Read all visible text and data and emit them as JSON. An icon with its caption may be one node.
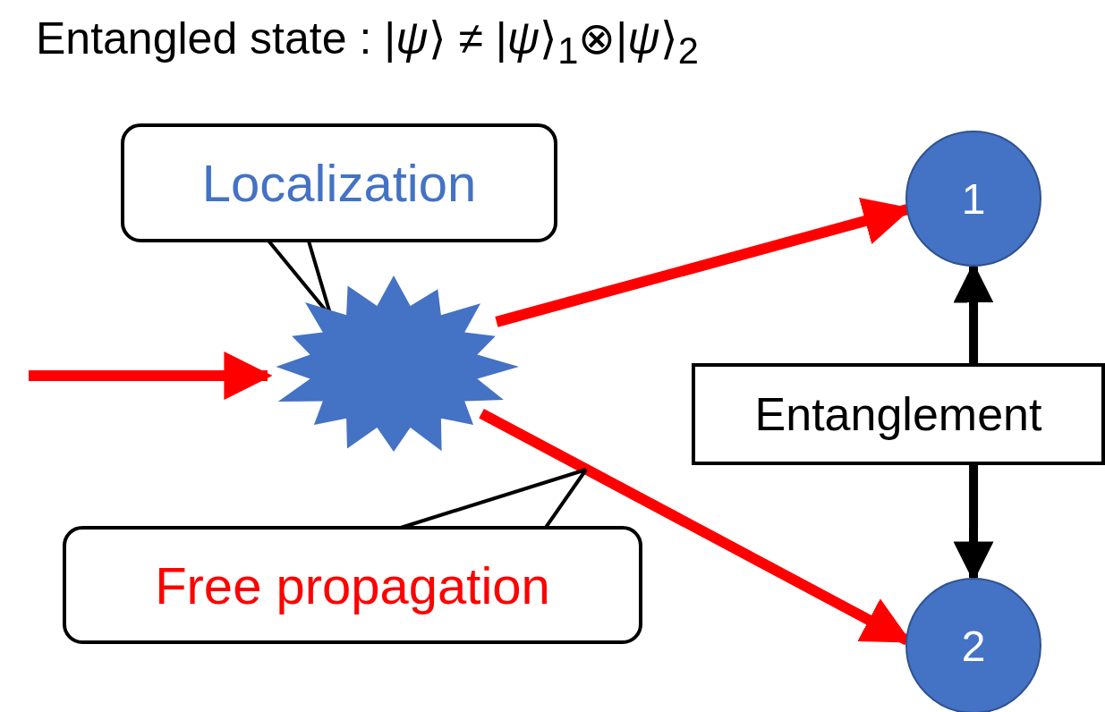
{
  "diagram": {
    "title": "Entangled state : |*ψ*⟩ ≠ |*ψ*⟩$_{1}$⊗|*ψ*⟩$_{2}$",
    "nodes": [
      {
        "text": [
          "Localization"
        ]
      },
      {
        "text": [],
        "shape": "star"
      },
      {
        "text": [
          "1"
        ]
      },
      {
        "text": [
          "Entanglement"
        ]
      },
      {
        "text": [
          "2"
        ]
      },
      {
        "text": [
          "Free propagation"
        ]
      }
    ],
    "edges": [
      {
        "from": null,
        "to": 1,
        "arrow": "to",
        "color": "#ff0000"
      },
      {
        "from": 1,
        "to": 2,
        "arrow": "to",
        "color": "#ff0000"
      },
      {
        "from": 1,
        "to": 4,
        "arrow": "to",
        "color": "#ff0000"
      },
      {
        "from": 3,
        "to": 2,
        "arrow": "to"
      },
      {
        "from": 3,
        "to": 4,
        "arrow": "to"
      },
      {
        "from": 0,
        "to": 1,
        "arrow": "none"
      },
      {
        "from": 5,
        "to": null,
        "arrow": "none"
      }
    ]
  }
}
